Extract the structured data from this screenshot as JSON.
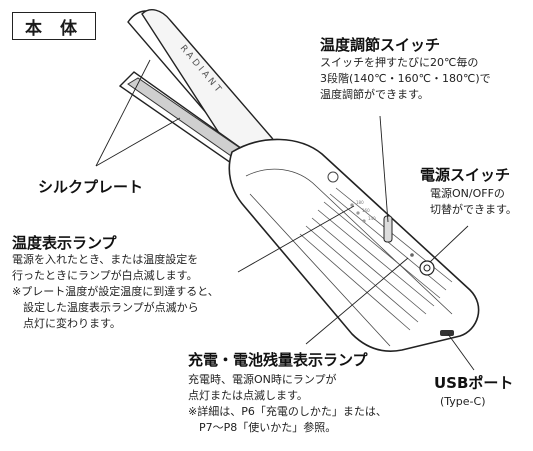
{
  "section_title": "本 体",
  "brand_text": "RADIANT",
  "silk_plate": {
    "heading": "シルクプレート"
  },
  "temp_switch": {
    "heading": "温度調節スイッチ",
    "lines": [
      "スイッチを押すたびに20℃毎の",
      "3段階(140℃・160℃・180℃)で",
      "温度調節ができます。"
    ]
  },
  "power_switch": {
    "heading": "電源スイッチ",
    "lines": [
      "電源ON/OFFの",
      "切替ができます。"
    ]
  },
  "temp_lamp": {
    "heading": "温度表示ランプ",
    "lines": [
      "電源を入れたとき、または温度設定を",
      "行ったときにランプが白点滅します。",
      "※プレート温度が設定温度に到達すると、",
      "　設定した温度表示ランプが点滅から",
      "　点灯に変わります。"
    ]
  },
  "charge_lamp": {
    "heading": "充電・電池残量表示ランプ",
    "lines": [
      "充電時、電源ON時にランプが",
      "点灯または点滅します。",
      "※詳細は、P6「充電のしかた」または、",
      "　P7〜P8「使いかた」参照。"
    ]
  },
  "usb_port": {
    "heading": "USBポート",
    "sub": "(Type-C)"
  },
  "temp_marks": [
    "180",
    "160",
    "140"
  ]
}
